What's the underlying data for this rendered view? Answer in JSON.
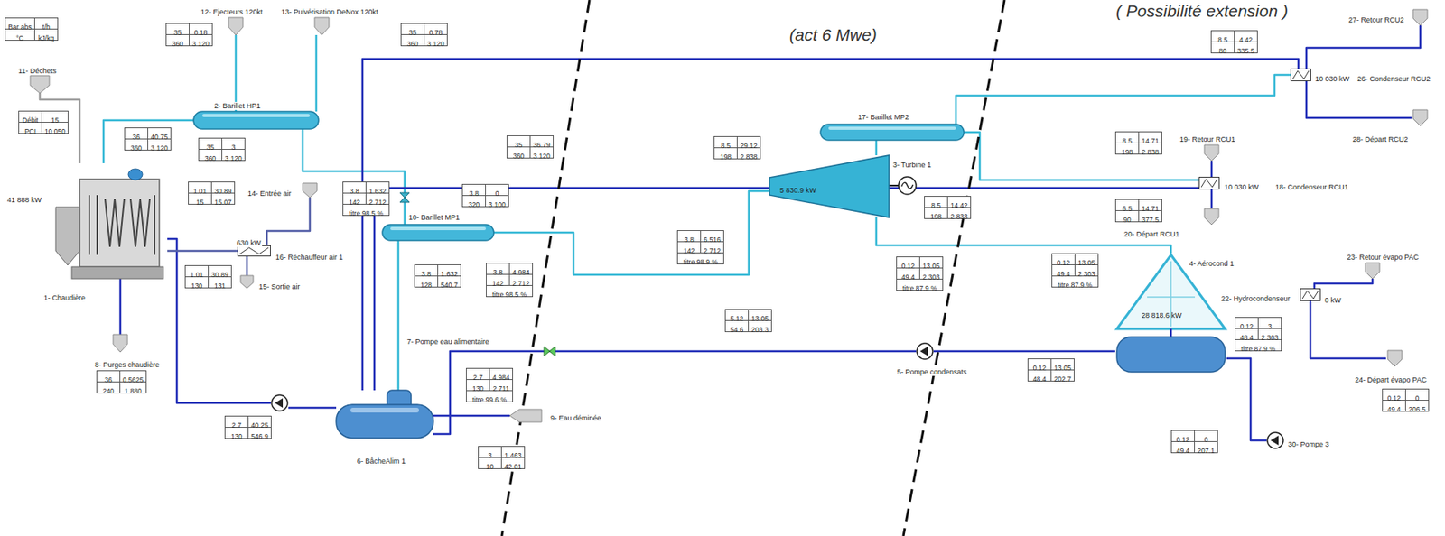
{
  "diagram": {
    "nodes": [
      {
        "text": [
          "11- Déchets"
        ]
      },
      {
        "text": [
          "1- Chaudière"
        ]
      },
      {
        "text": [
          "2- Barillet HP1"
        ]
      },
      {
        "text": [
          "12- Ejecteurs 120kt"
        ]
      },
      {
        "text": [
          "13- Pulvérisation DeNox 120kt"
        ]
      },
      {
        "text": [
          "8- Purges chaudière"
        ]
      },
      {
        "text": [
          "14- Entrée air"
        ]
      },
      {
        "text": [
          "16- Réchauffeur air 1"
        ]
      },
      {
        "text": [
          "15- Sortie air"
        ]
      },
      {
        "text": [
          "10- Barillet MP1"
        ]
      },
      {
        "text": [
          "6- BâcheAlim 1"
        ]
      },
      {
        "text": [
          "9- Eau déminée"
        ]
      },
      {
        "text": [
          "7- Pompe eau alimentaire"
        ]
      },
      {
        "text": [
          "3- Turbine 1"
        ]
      },
      {
        "text": [
          "17- Barillet MP2"
        ]
      },
      {
        "text": [
          "18- Condenseur RCU1"
        ]
      },
      {
        "text": [
          "19- Retour RCU1"
        ]
      },
      {
        "text": [
          "20- Départ RCU1"
        ]
      },
      {
        "text": [
          "26- Condenseur RCU2"
        ]
      },
      {
        "text": [
          "27- Retour RCU2"
        ]
      },
      {
        "text": [
          "28- Départ RCU2"
        ]
      },
      {
        "text": [
          "4- Aérocond 1"
        ]
      },
      {
        "text": [
          "5- Pompe condensats"
        ]
      },
      {
        "text": [
          "22- Hydrocondenseur"
        ]
      },
      {
        "text": [
          "23- Retour évapo PAC"
        ]
      },
      {
        "text": [
          "24- Départ évapo PAC"
        ]
      },
      {
        "text": [
          "30- Pompe 3"
        ]
      }
    ],
    "edges": [
      {
        "from": 0,
        "to": 1,
        "arrow": "none"
      },
      {
        "from": 1,
        "to": 2,
        "arrow": "none"
      },
      {
        "from": 2,
        "to": 3,
        "arrow": "none"
      },
      {
        "from": 2,
        "to": 4,
        "arrow": "none"
      },
      {
        "from": 2,
        "to": 9,
        "arrow": "none"
      },
      {
        "from": 9,
        "to": 13,
        "arrow": "none"
      },
      {
        "from": 14,
        "to": 13,
        "arrow": "none"
      },
      {
        "from": 14,
        "to": 15,
        "arrow": "none"
      },
      {
        "from": 14,
        "to": 18,
        "arrow": "none"
      },
      {
        "from": 15,
        "to": 10,
        "arrow": "none"
      },
      {
        "from": 18,
        "to": 10,
        "arrow": "none"
      },
      {
        "from": 13,
        "to": 21,
        "arrow": "none"
      },
      {
        "from": 21,
        "to": 22,
        "arrow": "none"
      },
      {
        "from": 22,
        "to": 10,
        "arrow": "none"
      },
      {
        "from": 10,
        "to": 12,
        "arrow": "none"
      },
      {
        "from": 12,
        "to": 1,
        "arrow": "none"
      },
      {
        "from": 1,
        "to": 5,
        "arrow": "none"
      },
      {
        "from": 6,
        "to": 7,
        "arrow": "none"
      },
      {
        "from": 7,
        "to": 1,
        "arrow": "none"
      },
      {
        "from": 7,
        "to": 8,
        "arrow": "none"
      },
      {
        "from": 11,
        "to": 10,
        "arrow": "none"
      },
      {
        "from": 16,
        "to": 15,
        "arrow": "none"
      },
      {
        "from": 15,
        "to": 17,
        "arrow": "none"
      },
      {
        "from": 19,
        "to": 18,
        "arrow": "none"
      },
      {
        "from": 18,
        "to": 20,
        "arrow": "none"
      },
      {
        "from": 24,
        "to": 23,
        "arrow": "none"
      },
      {
        "from": 23,
        "to": 25,
        "arrow": "none"
      },
      {
        "from": 26,
        "to": 21,
        "arrow": "none"
      },
      {
        "from": 9,
        "to": 10,
        "arrow": "none"
      }
    ],
    "labels": [
      "Bar abs",
      "t/h",
      "°C",
      "kJ/kg",
      "Débit",
      "15",
      "PCI",
      "10 050",
      "41 888 kW",
      "36",
      "40.75",
      "360",
      "3 120",
      "35",
      "0.18",
      "360",
      "3 120",
      "35",
      "0.78",
      "360",
      "3 120",
      "35",
      "3",
      "360",
      "3 120",
      "35",
      "36.79",
      "360",
      "3 120",
      "1.01",
      "30.89",
      "15",
      "15.07",
      "1.01",
      "30.89",
      "130",
      "131",
      "630 kW",
      "3.8",
      "1.632",
      "142",
      "2 712",
      "titre 98.5 %",
      "3.8",
      "0",
      "320",
      "3 100",
      "3.8",
      "1.632",
      "128",
      "540.7",
      "3.8",
      "4.984",
      "142",
      "2 712",
      "titre 98.5 %",
      "3.8",
      "6.516",
      "142",
      "2 712",
      "titre 98.9 %",
      "2.7",
      "4.984",
      "130",
      "2 711",
      "titre 99.6 %",
      "3",
      "1.463",
      "10",
      "42.01",
      "2.7",
      "40.25",
      "130",
      "546.9",
      "36",
      "0.5625",
      "240",
      "1 880",
      "8.5",
      "29.12",
      "198",
      "2 838",
      "5.12",
      "13.05",
      "54.6",
      "203.3",
      "0.12",
      "13.05",
      "49.4",
      "2 303",
      "titre 87.9 %",
      "8.5",
      "14.42",
      "198",
      "2 833",
      "8.5",
      "14.71",
      "198",
      "2 838",
      "6.5",
      "14.71",
      "90",
      "377.5",
      "8.5",
      "4.42",
      "80",
      "335.5",
      "0.12",
      "3",
      "48.4",
      "2 303",
      "titre 87.9 %",
      "0.12",
      "13.05",
      "49.4",
      "2 303",
      "titre 87.9 %",
      "0.12",
      "13.05",
      "48.4",
      "202.7",
      "0.12",
      "0",
      "49.4",
      "207.1",
      "0.12",
      "0",
      "49.4",
      "206.5",
      "5 830.9 kW",
      "10 030 kW",
      "10 030 kW",
      "28 818.6 kW",
      "0 kW",
      "(act 6 Mwe)",
      "( Possibilité extension )"
    ]
  }
}
